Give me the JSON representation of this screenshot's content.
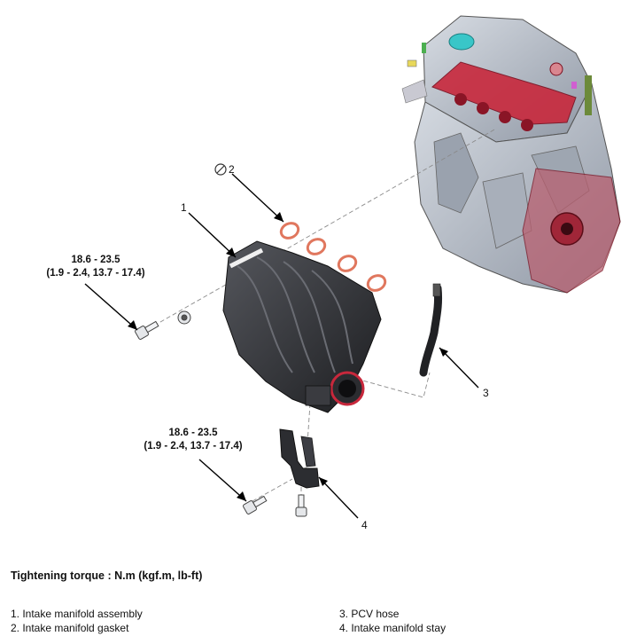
{
  "callouts": {
    "c1": "1",
    "c2": "2",
    "c3": "3",
    "c4": "4"
  },
  "torque_upper": {
    "value": "18.6 - 23.5",
    "units": "(1.9 - 2.4, 13.7 - 17.4)"
  },
  "torque_lower": {
    "value": "18.6 - 23.5",
    "units": "(1.9 - 2.4, 13.7 - 17.4)"
  },
  "caption": "Tightening torque : N.m (kgf.m, lb-ft)",
  "legend": {
    "left": [
      "1. Intake manifold assembly",
      "2. Intake manifold gasket"
    ],
    "right": [
      "3. PCV hose",
      "4. Intake manifold stay"
    ]
  },
  "colors": {
    "engine_block": "#b9c0cc",
    "engine_dark": "#7d8593",
    "highlight_red": "#c8283c",
    "manifold": "#2b2c30",
    "gasket": "#e0775e",
    "cap_cyan": "#39c6c8"
  }
}
